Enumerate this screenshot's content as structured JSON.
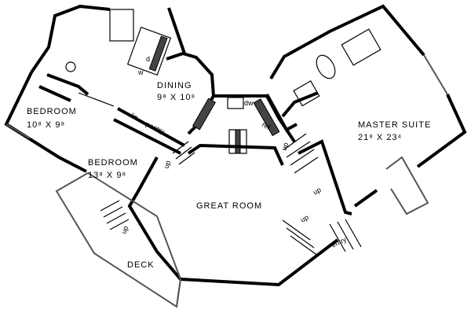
{
  "rooms": {
    "bedroom1": {
      "name": "BEDROOM",
      "dims": "10⁸ X 9⁸"
    },
    "dining": {
      "name": "DINING",
      "dims": "9⁸ X 10⁸"
    },
    "bedroom2": {
      "name": "BEDROOM",
      "dims": "13⁸ X 9⁸"
    },
    "great_room": {
      "name": "GREAT ROOM"
    },
    "master_suite": {
      "name": "MASTER SUITE",
      "dims": "21⁸ X 23⁴"
    },
    "deck": {
      "name": "DECK"
    }
  },
  "small_labels": {
    "lin": "lin",
    "pantry": "pantry",
    "dw": "dw",
    "ref": "ref",
    "w": "w",
    "d": "d",
    "up": "up",
    "entry": "entry"
  }
}
